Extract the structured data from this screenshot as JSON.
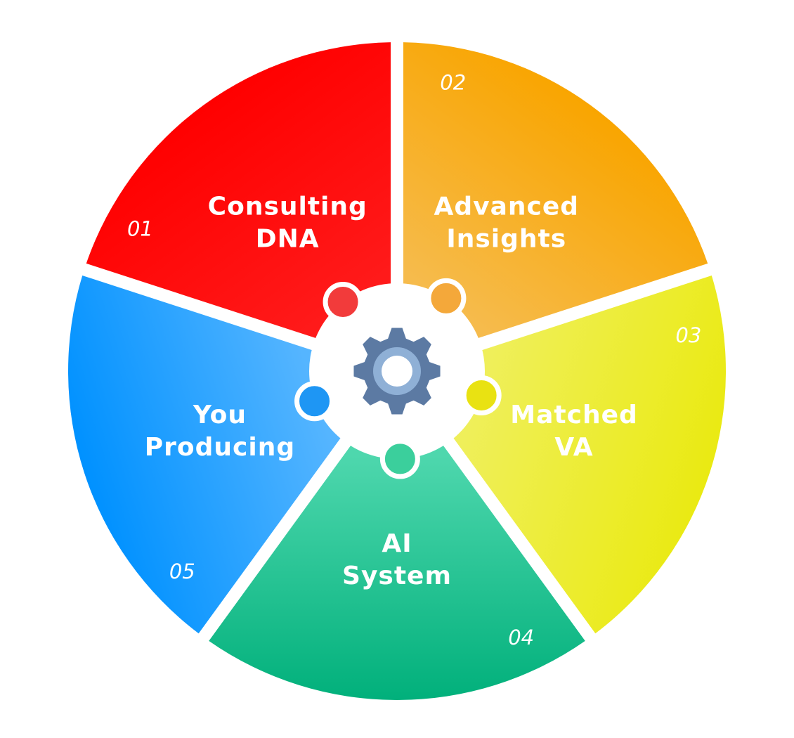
{
  "segments": [
    {
      "number": "01",
      "label_lines": [
        "Consulting",
        "DNA"
      ],
      "color": "#ff0000",
      "color_light": "#ff1a1a"
    },
    {
      "number": "02",
      "label_lines": [
        "Advanced",
        "Insights"
      ],
      "color": "#f9a500",
      "color_light": "#f6bb4c"
    },
    {
      "number": "03",
      "label_lines": [
        "Matched",
        "VA"
      ],
      "color": "#eaea12",
      "color_light": "#efef5a"
    },
    {
      "number": "04",
      "label_lines": [
        "AI",
        "System"
      ],
      "color": "#01b07b",
      "color_light": "#4ed7ad"
    },
    {
      "number": "05",
      "label_lines": [
        "You",
        "Producing"
      ],
      "color": "#0091ff",
      "color_light": "#55b5ff"
    }
  ],
  "connector_dots": [
    {
      "segment": "01",
      "color": "#f23b3b"
    },
    {
      "segment": "02",
      "color": "#f4a83a"
    },
    {
      "segment": "03",
      "color": "#e9e212"
    },
    {
      "segment": "04",
      "color": "#3bcf9c"
    },
    {
      "segment": "05",
      "color": "#1e96f4"
    }
  ],
  "center": {
    "icon": "gear-icon",
    "color": "#5c7aa3"
  }
}
